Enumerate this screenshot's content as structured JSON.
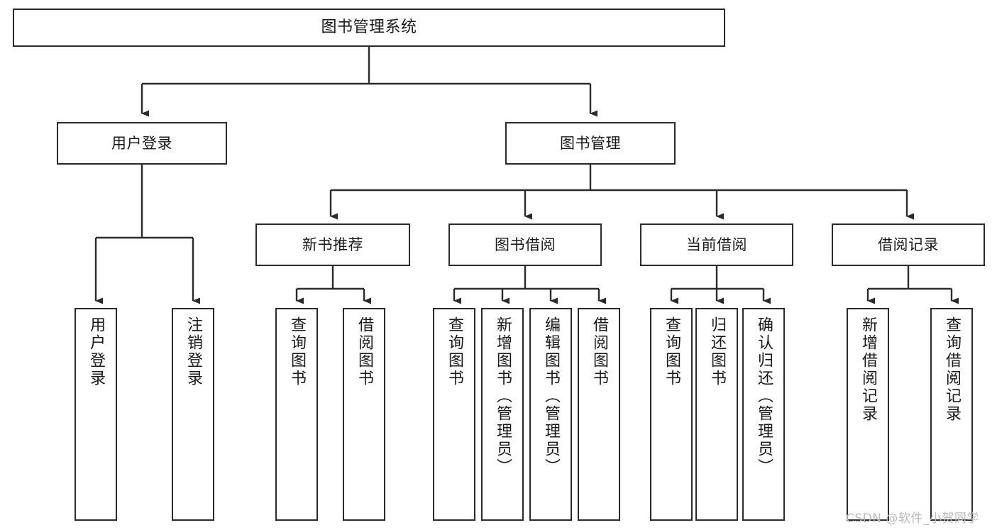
{
  "diagram": {
    "title": "图书管理系统",
    "type": "tree-structure-chart",
    "root": {
      "label": "图书管理系统"
    },
    "level2": [
      {
        "label": "用户登录"
      },
      {
        "label": "图书管理"
      }
    ],
    "level3": [
      {
        "label": "新书推荐"
      },
      {
        "label": "图书借阅"
      },
      {
        "label": "当前借阅"
      },
      {
        "label": "借阅记录"
      }
    ],
    "leaves": {
      "user_login": [
        {
          "label": "用户登录"
        },
        {
          "label": "注销登录"
        }
      ],
      "new_book_recommend": [
        {
          "label": "查询图书"
        },
        {
          "label": "借阅图书"
        }
      ],
      "book_borrow": [
        {
          "label": "查询图书"
        },
        {
          "label": "新增图书（管理员）"
        },
        {
          "label": "编辑图书（管理员）"
        },
        {
          "label": "借阅图书"
        }
      ],
      "current_borrow": [
        {
          "label": "查询图书"
        },
        {
          "label": "归还图书"
        },
        {
          "label": "确认归还（管理员）"
        }
      ],
      "borrow_record": [
        {
          "label": "新增借阅记录"
        },
        {
          "label": "查询借阅记录"
        }
      ]
    }
  },
  "watermark": {
    "text": "CSDN @软件_小贺同学"
  },
  "colors": {
    "stroke": "#2b2b2b",
    "background": "#ffffff",
    "text": "#1a1a1a",
    "watermark": "#b9b9b9"
  }
}
